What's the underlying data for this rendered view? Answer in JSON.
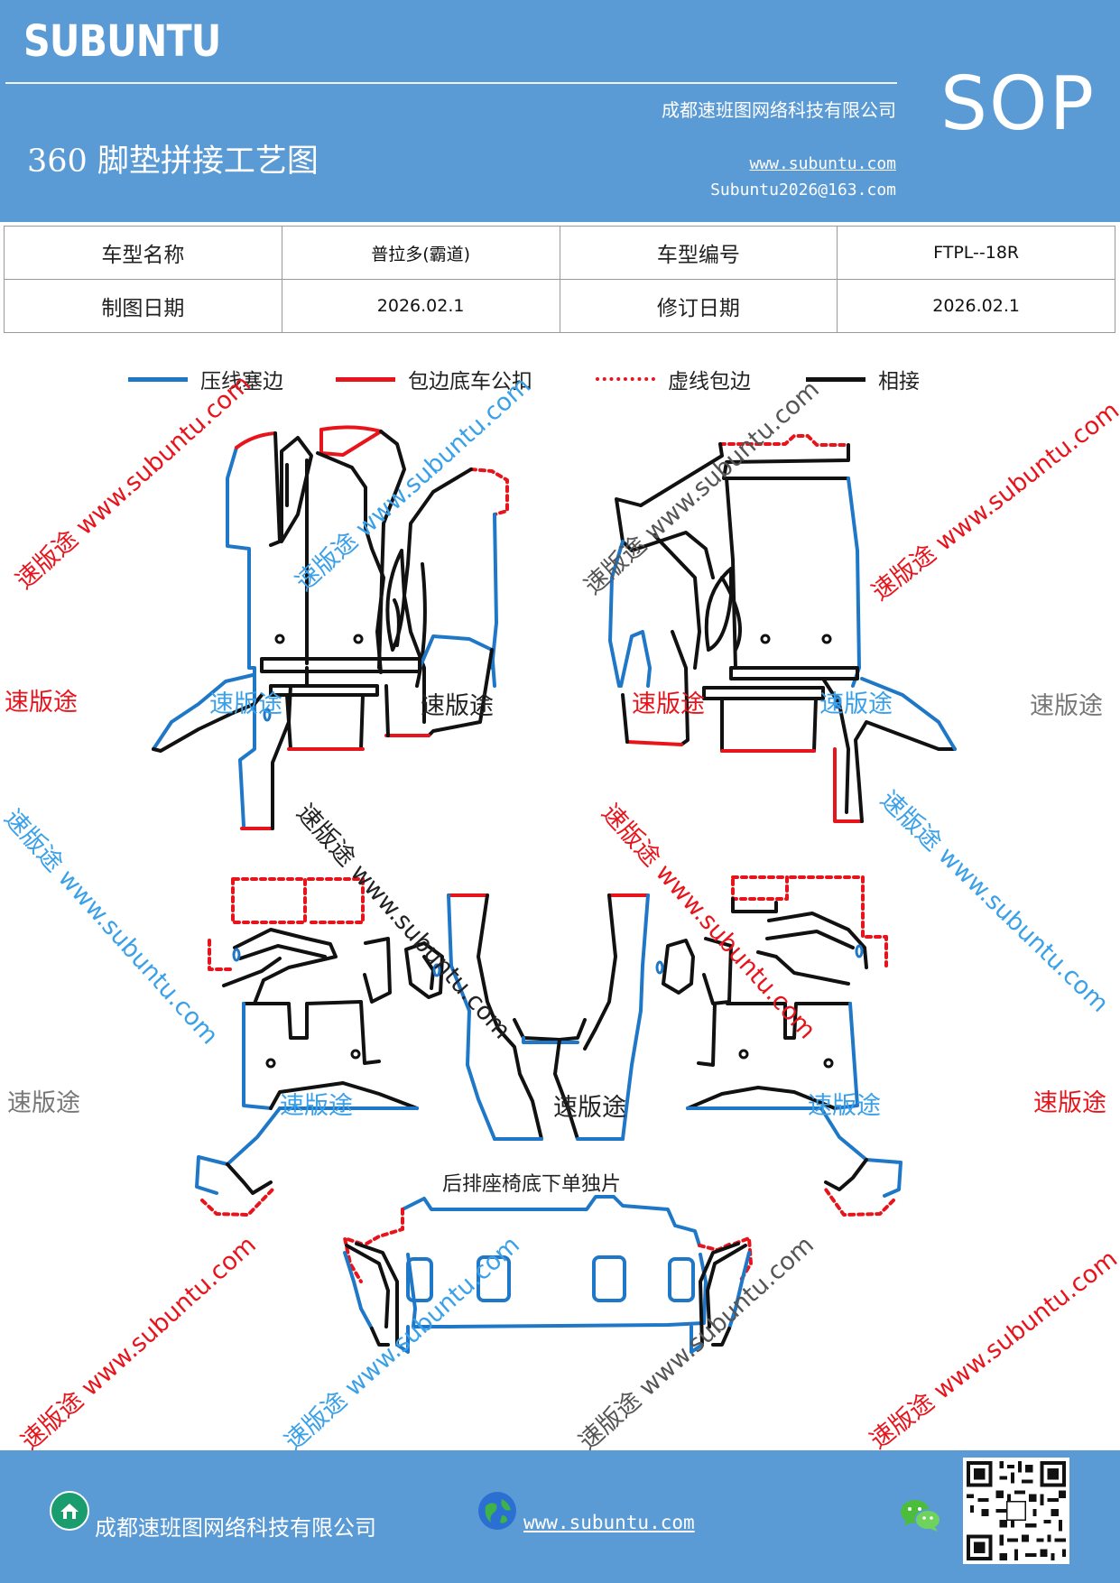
{
  "header": {
    "brand": "SUBUNTU",
    "title": "360 脚垫拼接工艺图",
    "company": "成都速班图网络科技有限公司",
    "website": "www.subuntu.com",
    "email": "Subuntu2026@163.com",
    "badge": "SOP",
    "background_color": "#5b9bd5"
  },
  "info_table": {
    "rows": [
      {
        "label1": "车型名称",
        "value1": "普拉多(霸道)",
        "label2": "车型编号",
        "value2": "FTPL--18R"
      },
      {
        "label1": "制图日期",
        "value1": "2026.02.1",
        "label2": "修订日期",
        "value2": "2026.02.1"
      }
    ]
  },
  "legend": [
    {
      "label": "压线塞边",
      "color": "#1f77c8",
      "style": "solid"
    },
    {
      "label": "包边底车公扣",
      "color": "#e8141c",
      "style": "solid"
    },
    {
      "label": "虚线包边",
      "color": "#e8141c",
      "style": "dotted"
    },
    {
      "label": "相接",
      "color": "#111111",
      "style": "solid"
    }
  ],
  "diagram": {
    "rear_piece_label": "后排座椅底下单独片",
    "watermark_text": "速版途",
    "watermark_url": "www.subuntu.com",
    "watermark_combo": "速版途 www.subuntu.com"
  },
  "footer": {
    "company": "成都速班图网络科技有限公司",
    "website": "www.subuntu.com",
    "icons": [
      "home-icon",
      "globe-icon",
      "wechat-icon",
      "qr-code"
    ]
  }
}
